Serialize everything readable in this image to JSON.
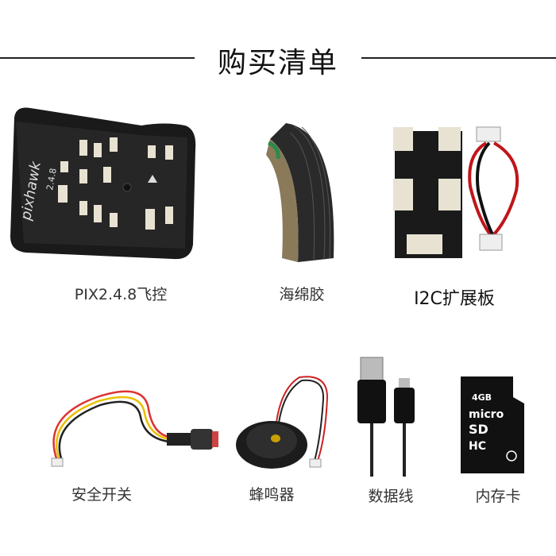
{
  "header": {
    "title": "购买清单"
  },
  "items": [
    {
      "label": "PIX2.4.8飞控",
      "icon": "flight-controller",
      "logo_text": "pixhawk 2.4.8"
    },
    {
      "label": "海绵胶",
      "icon": "foam-tape"
    },
    {
      "label": "I2C扩展板",
      "icon": "i2c-board"
    },
    {
      "label": "安全开关",
      "icon": "safety-switch"
    },
    {
      "label": "蜂鸣器",
      "icon": "buzzer"
    },
    {
      "label": "数据线",
      "icon": "usb-cable"
    },
    {
      "label": "内存卡",
      "icon": "sd-card",
      "logo_text": "4GB micro SD HC"
    }
  ]
}
